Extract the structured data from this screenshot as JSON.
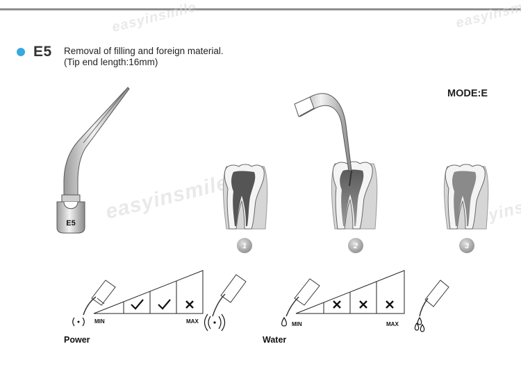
{
  "header": {
    "code": "E5",
    "description_line1": "Removal of filling and foreign material.",
    "description_line2": "(Tip end length:16mm)",
    "mode": "MODE:E",
    "bullet_color": "#36a9e1"
  },
  "tip": {
    "label": "E5"
  },
  "steps": [
    "1",
    "2",
    "3"
  ],
  "power": {
    "label": "Power",
    "min": "MIN",
    "max": "MAX",
    "marks": [
      "",
      "check",
      "check",
      "cross"
    ]
  },
  "water": {
    "label": "Water",
    "min": "MIN",
    "max": "MAX",
    "marks": [
      "",
      "cross",
      "cross",
      "cross"
    ]
  },
  "watermark": "easyinsmile"
}
